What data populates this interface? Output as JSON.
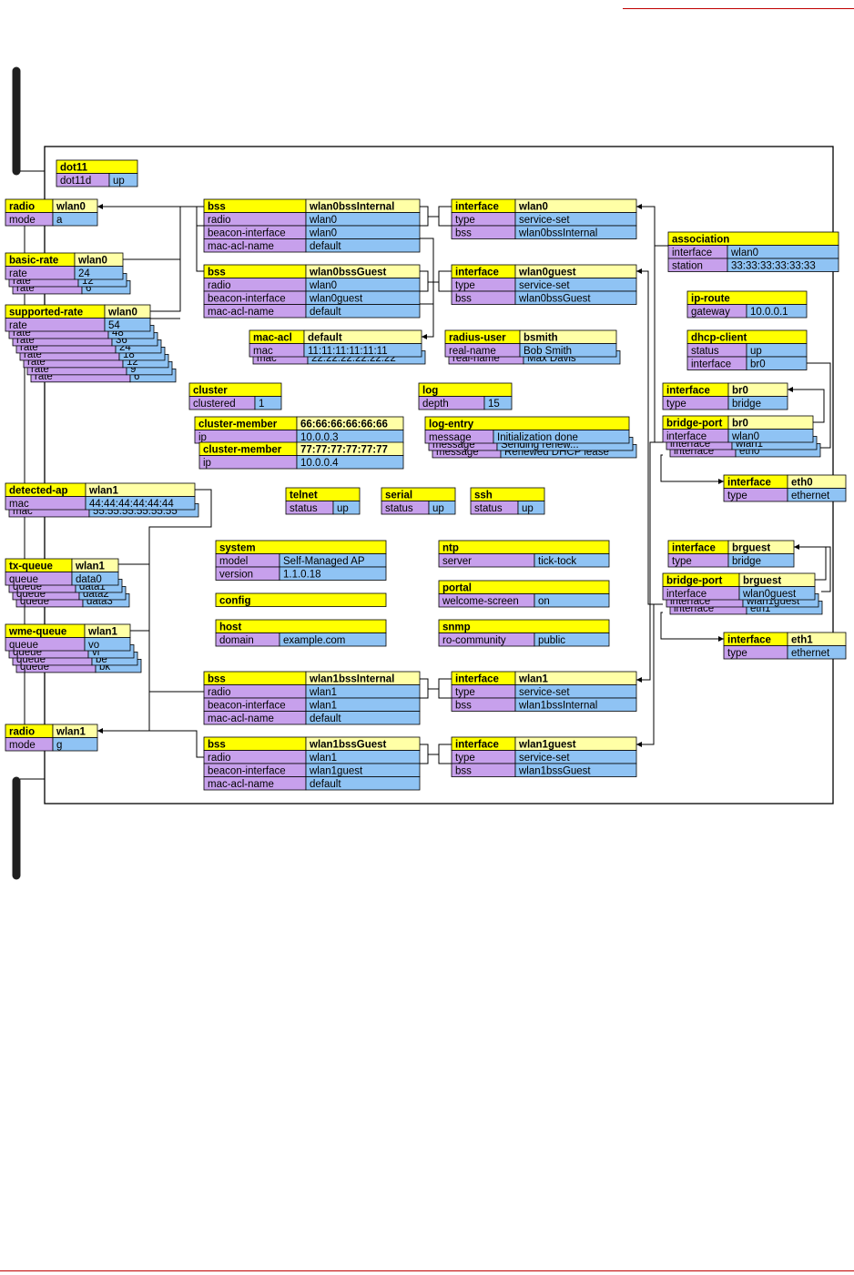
{
  "colors": {
    "header": "#ffff00",
    "field": "#c7a0ec",
    "value": "#8fc3f4",
    "header_value": "#ffffa6",
    "line": "#000000",
    "rule": "#c00000",
    "bar": "#202020"
  },
  "tables": [
    {
      "id": "dot11",
      "type": "dot11",
      "name": "",
      "rows": [
        [
          "dot11d",
          "up"
        ]
      ],
      "stack": 1
    },
    {
      "id": "radio0",
      "type": "radio",
      "name": "wlan0",
      "rows": [
        [
          "mode",
          "a"
        ]
      ],
      "stack": 1
    },
    {
      "id": "basicrate",
      "type": "basic-rate",
      "name": "wlan0",
      "rows": [
        [
          "rate",
          "24"
        ],
        [
          "rate",
          "12"
        ],
        [
          "rate",
          "6"
        ]
      ],
      "stack": 3
    },
    {
      "id": "suprate",
      "type": "supported-rate",
      "name": "wlan0",
      "rows": [
        [
          "rate",
          "54"
        ],
        [
          "rate",
          "48"
        ],
        [
          "rate",
          "36"
        ],
        [
          "rate",
          "24"
        ],
        [
          "rate",
          "18"
        ],
        [
          "rate",
          "12"
        ],
        [
          "rate",
          "9"
        ],
        [
          "rate",
          "6"
        ]
      ],
      "stack": 8
    },
    {
      "id": "detap",
      "type": "detected-ap",
      "name": "wlan1",
      "rows": [
        [
          "mac",
          "44:44:44:44:44:44"
        ],
        [
          "mac",
          "55:55:55:55:55:55"
        ]
      ],
      "stack": 2
    },
    {
      "id": "txq",
      "type": "tx-queue",
      "name": "wlan1",
      "rows": [
        [
          "queue",
          "data0"
        ],
        [
          "queue",
          "data1"
        ],
        [
          "queue",
          "data2"
        ],
        [
          "queue",
          "data3"
        ]
      ],
      "stack": 4
    },
    {
      "id": "wmeq",
      "type": "wme-queue",
      "name": "wlan1",
      "rows": [
        [
          "queue",
          "vo"
        ],
        [
          "queue",
          "vi"
        ],
        [
          "queue",
          "be"
        ],
        [
          "queue",
          "bk"
        ]
      ],
      "stack": 4
    },
    {
      "id": "radio1",
      "type": "radio",
      "name": "wlan1",
      "rows": [
        [
          "mode",
          "g"
        ]
      ],
      "stack": 1
    },
    {
      "id": "bss0i",
      "type": "bss",
      "name": "wlan0bssInternal",
      "rows": [
        [
          "radio",
          "wlan0"
        ],
        [
          "beacon-interface",
          "wlan0"
        ],
        [
          "mac-acl-name",
          "default"
        ]
      ],
      "stack": 1
    },
    {
      "id": "bss0g",
      "type": "bss",
      "name": "wlan0bssGuest",
      "rows": [
        [
          "radio",
          "wlan0"
        ],
        [
          "beacon-interface",
          "wlan0guest"
        ],
        [
          "mac-acl-name",
          "default"
        ]
      ],
      "stack": 1
    },
    {
      "id": "macacl",
      "type": "mac-acl",
      "name": "default",
      "rows": [
        [
          "mac",
          "11:11:11:11:11:11"
        ],
        [
          "mac",
          "22:22:22:22:22:22"
        ]
      ],
      "stack": 2
    },
    {
      "id": "cluster",
      "type": "cluster",
      "name": "",
      "rows": [
        [
          "clustered",
          "1"
        ]
      ],
      "stack": 1
    },
    {
      "id": "cm1",
      "type": "cluster-member",
      "name": "66:66:66:66:66:66",
      "rows": [
        [
          "ip",
          "10.0.0.3"
        ]
      ],
      "stack": 1
    },
    {
      "id": "cm2",
      "type": "cluster-member",
      "name": "77:77:77:77:77:77",
      "rows": [
        [
          "ip",
          "10.0.0.4"
        ]
      ],
      "stack": 1
    },
    {
      "id": "ifwlan0",
      "type": "interface",
      "name": "wlan0",
      "rows": [
        [
          "type",
          "service-set"
        ],
        [
          "bss",
          "wlan0bssInternal"
        ]
      ],
      "stack": 1
    },
    {
      "id": "ifwlan0g",
      "type": "interface",
      "name": "wlan0guest",
      "rows": [
        [
          "type",
          "service-set"
        ],
        [
          "bss",
          "wlan0bssGuest"
        ]
      ],
      "stack": 1
    },
    {
      "id": "radius",
      "type": "radius-user",
      "name": "bsmith",
      "rows": [
        [
          "real-name",
          "Bob Smith"
        ],
        [
          "real-name",
          "Max Davis"
        ]
      ],
      "stack": 2
    },
    {
      "id": "log",
      "type": "log",
      "name": "",
      "rows": [
        [
          "depth",
          "15"
        ]
      ],
      "stack": 1
    },
    {
      "id": "logentry",
      "type": "log-entry",
      "name": "",
      "rows": [
        [
          "message",
          "Initialization done"
        ],
        [
          "message",
          "Sending renew..."
        ],
        [
          "message",
          "Renewed DHCP lease"
        ]
      ],
      "stack": 3
    },
    {
      "id": "telnet",
      "type": "telnet",
      "name": "",
      "rows": [
        [
          "status",
          "up"
        ]
      ],
      "stack": 1
    },
    {
      "id": "serial",
      "type": "serial",
      "name": "",
      "rows": [
        [
          "status",
          "up"
        ]
      ],
      "stack": 1
    },
    {
      "id": "ssh",
      "type": "ssh",
      "name": "",
      "rows": [
        [
          "status",
          "up"
        ]
      ],
      "stack": 1
    },
    {
      "id": "system",
      "type": "system",
      "name": "",
      "rows": [
        [
          "model",
          "Self-Managed AP"
        ],
        [
          "version",
          "1.1.0.18"
        ]
      ],
      "stack": 1
    },
    {
      "id": "config",
      "type": "config",
      "name": "",
      "rows": [],
      "stack": 1
    },
    {
      "id": "host",
      "type": "host",
      "name": "",
      "rows": [
        [
          "domain",
          "example.com"
        ]
      ],
      "stack": 1
    },
    {
      "id": "ntp",
      "type": "ntp",
      "name": "",
      "rows": [
        [
          "server",
          "tick-tock"
        ]
      ],
      "stack": 1
    },
    {
      "id": "portal",
      "type": "portal",
      "name": "",
      "rows": [
        [
          "welcome-screen",
          "on"
        ]
      ],
      "stack": 1
    },
    {
      "id": "snmp",
      "type": "snmp",
      "name": "",
      "rows": [
        [
          "ro-community",
          "public"
        ]
      ],
      "stack": 1
    },
    {
      "id": "assoc",
      "type": "association",
      "name": "",
      "rows": [
        [
          "interface",
          "wlan0"
        ],
        [
          "station",
          "33:33:33:33:33:33"
        ]
      ],
      "stack": 1
    },
    {
      "id": "iproute",
      "type": "ip-route",
      "name": "",
      "rows": [
        [
          "gateway",
          "10.0.0.1"
        ]
      ],
      "stack": 1
    },
    {
      "id": "dhcp",
      "type": "dhcp-client",
      "name": "",
      "rows": [
        [
          "status",
          "up"
        ],
        [
          "interface",
          "br0"
        ]
      ],
      "stack": 1
    },
    {
      "id": "ifbr0",
      "type": "interface",
      "name": "br0",
      "rows": [
        [
          "type",
          "bridge"
        ]
      ],
      "stack": 1
    },
    {
      "id": "bpbr0",
      "type": "bridge-port",
      "name": "br0",
      "rows": [
        [
          "interface",
          "wlan0"
        ],
        [
          "interface",
          "wlan1"
        ],
        [
          "interface",
          "eth0"
        ]
      ],
      "stack": 3
    },
    {
      "id": "ifeth0",
      "type": "interface",
      "name": "eth0",
      "rows": [
        [
          "type",
          "ethernet"
        ]
      ],
      "stack": 1
    },
    {
      "id": "ifbrg",
      "type": "interface",
      "name": "brguest",
      "rows": [
        [
          "type",
          "bridge"
        ]
      ],
      "stack": 1
    },
    {
      "id": "bpbrg",
      "type": "bridge-port",
      "name": "brguest",
      "rows": [
        [
          "interface",
          "wlan0guest"
        ],
        [
          "interface",
          "wlan1guest"
        ],
        [
          "interface",
          "eth1"
        ]
      ],
      "stack": 3
    },
    {
      "id": "ifeth1",
      "type": "interface",
      "name": "eth1",
      "rows": [
        [
          "type",
          "ethernet"
        ]
      ],
      "stack": 1
    },
    {
      "id": "bss1i",
      "type": "bss",
      "name": "wlan1bssInternal",
      "rows": [
        [
          "radio",
          "wlan1"
        ],
        [
          "beacon-interface",
          "wlan1"
        ],
        [
          "mac-acl-name",
          "default"
        ]
      ],
      "stack": 1
    },
    {
      "id": "bss1g",
      "type": "bss",
      "name": "wlan1bssGuest",
      "rows": [
        [
          "radio",
          "wlan1"
        ],
        [
          "beacon-interface",
          "wlan1guest"
        ],
        [
          "mac-acl-name",
          "default"
        ]
      ],
      "stack": 1
    },
    {
      "id": "ifwlan1",
      "type": "interface",
      "name": "wlan1",
      "rows": [
        [
          "type",
          "service-set"
        ],
        [
          "bss",
          "wlan1bssInternal"
        ]
      ],
      "stack": 1
    },
    {
      "id": "ifwlan1g",
      "type": "interface",
      "name": "wlan1guest",
      "rows": [
        [
          "type",
          "service-set"
        ],
        [
          "bss",
          "wlan1bssGuest"
        ]
      ],
      "stack": 1
    }
  ]
}
